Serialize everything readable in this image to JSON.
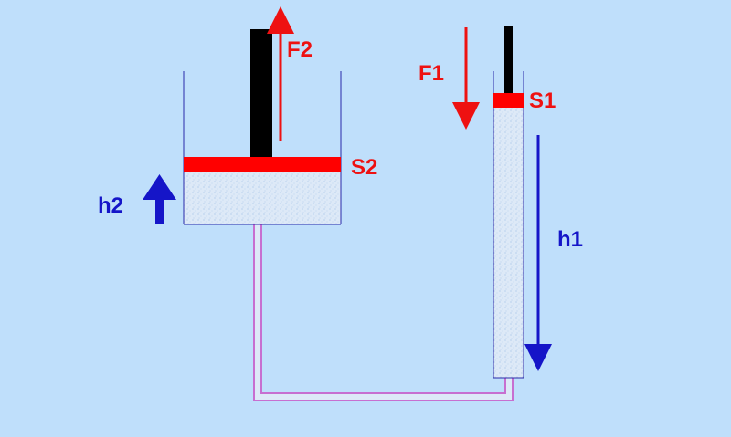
{
  "labels": {
    "f2": "F2",
    "s2": "S2",
    "h2": "h2",
    "f1": "F1",
    "s1": "S1",
    "h1": "h1"
  },
  "colors": {
    "background": "#bfdffb",
    "force": "#ee1111",
    "displacement": "#1515c8",
    "piston": "#ff0000",
    "rod": "#000000",
    "fluid": "#dde9f7",
    "container_wall": "#2a2aa8",
    "pipe": "#c76fd0"
  }
}
